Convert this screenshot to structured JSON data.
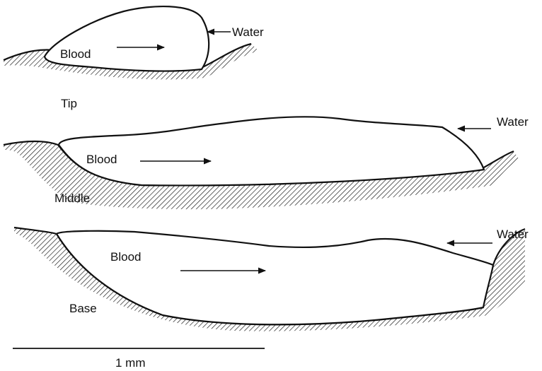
{
  "sections": {
    "tip": {
      "label": "Tip",
      "fluid_label": "Blood",
      "water_label": "Water"
    },
    "middle": {
      "label": "Middle",
      "fluid_label": "Blood",
      "water_label": "Water"
    },
    "base": {
      "label": "Base",
      "fluid_label": "Blood",
      "water_label": "Water"
    }
  },
  "scale_bar": {
    "label": "1 mm"
  }
}
